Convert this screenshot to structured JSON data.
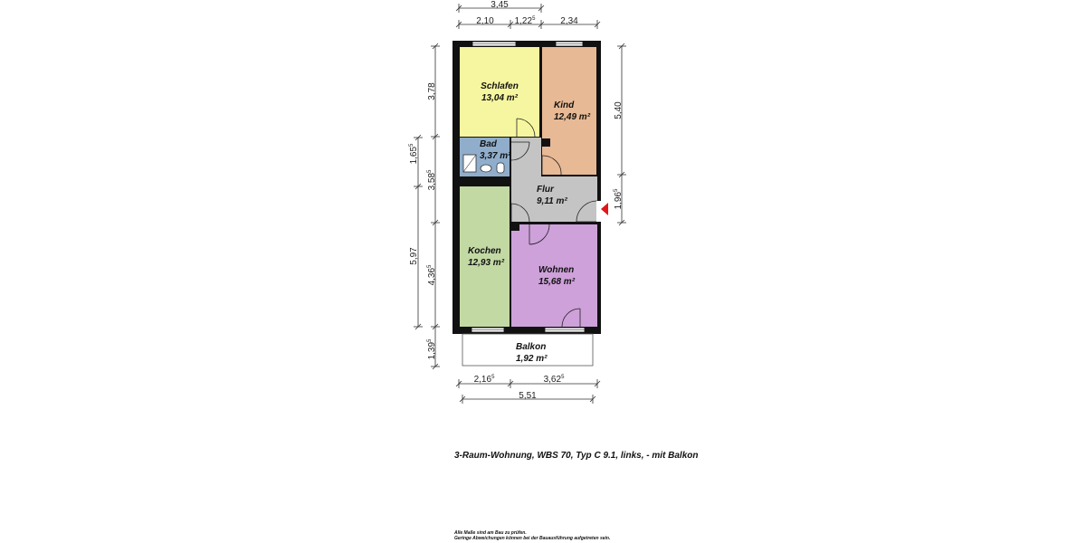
{
  "rooms": {
    "schlafen": {
      "name": "Schlafen",
      "area": "13,04 m²",
      "color": "#f6f6a0"
    },
    "kind": {
      "name": "Kind",
      "area": "12,49 m²",
      "color": "#e7b995"
    },
    "bad": {
      "name": "Bad",
      "area": "3,37 m²",
      "color": "#90aecb"
    },
    "flur": {
      "name": "Flur",
      "area": "9,11 m²",
      "color": "#c4c4c4"
    },
    "kochen": {
      "name": "Kochen",
      "area": "12,93 m²",
      "color": "#c2d9a4"
    },
    "wohnen": {
      "name": "Wohnen",
      "area": "15,68 m²",
      "color": "#cea1da"
    },
    "balkon": {
      "name": "Balkon",
      "area": "1,92 m²",
      "color": "#ffffff"
    }
  },
  "dimensions": {
    "top_total": "3,45",
    "top_left": "2,10",
    "top_mid_base": "1,22",
    "top_mid_sup": "5",
    "top_right": "2,34",
    "left_schlafen": "3,78",
    "left_bad_base": "1,65",
    "left_bad_sup": "5",
    "left_outer": "5,97",
    "left_inner_mid_base": "3,58",
    "left_inner_mid_sup": "5",
    "left_inner_low_base": "4,36",
    "left_inner_low_sup": "5",
    "left_balkon_base": "1,39",
    "left_balkon_sup": "5",
    "right_upper": "5,40",
    "right_lower_base": "1,96",
    "right_lower_sup": "5",
    "bottom_left_base": "2,16",
    "bottom_left_sup": "5",
    "bottom_right_base": "3,62",
    "bottom_right_sup": "5",
    "bottom_total": "5,51"
  },
  "caption": "3-Raum-Wohnung, WBS 70, Typ C 9.1, links, - mit Balkon",
  "note_line1": "Alle Maße sind am Bau zu prüfen.",
  "note_line2": "Geringe Abweichungen können bei der Bauausführung aufgetreten sein.",
  "colors": {
    "wall": "#111111",
    "entrance_marker": "#e0161b",
    "dim_line": "#333333"
  }
}
